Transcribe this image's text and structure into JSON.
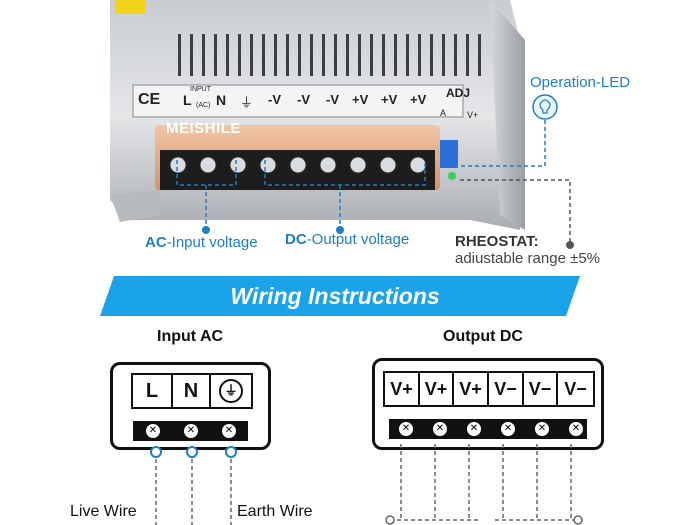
{
  "photo": {
    "brand": "MEISHILE",
    "ce_mark": "CE",
    "input_terminals": [
      "L",
      "N"
    ],
    "input_subtext": "INPUT",
    "input_ac_small": "(AC)",
    "output_terminals": [
      "-V",
      "-V",
      "-V",
      "+V",
      "+V",
      "+V"
    ],
    "adj_label": "ADJ",
    "adj_a": "A",
    "adj_vplus": "V+"
  },
  "callouts": {
    "operation_led": "Operation-LED",
    "ac_prefix": "AC",
    "ac_suffix": "-Input voltage",
    "dc_prefix": "DC",
    "dc_suffix": "-Output voltage",
    "rheostat_title": "RHEOSTAT:",
    "rheostat_desc": "adiustable range ±5%"
  },
  "banner": {
    "title": "Wiring Instructions"
  },
  "input_ac": {
    "heading": "Input AC",
    "terminals": [
      "L",
      "N"
    ],
    "live_label": "Live Wire",
    "earth_label": "Earth Wire"
  },
  "output_dc": {
    "heading": "Output DC",
    "terminals": [
      "V+",
      "V+",
      "V+",
      "V−",
      "V−",
      "V−"
    ]
  },
  "colors": {
    "accent": "#1f7fc4",
    "banner": "#1aa3e8",
    "copper": "#e8a57a"
  }
}
